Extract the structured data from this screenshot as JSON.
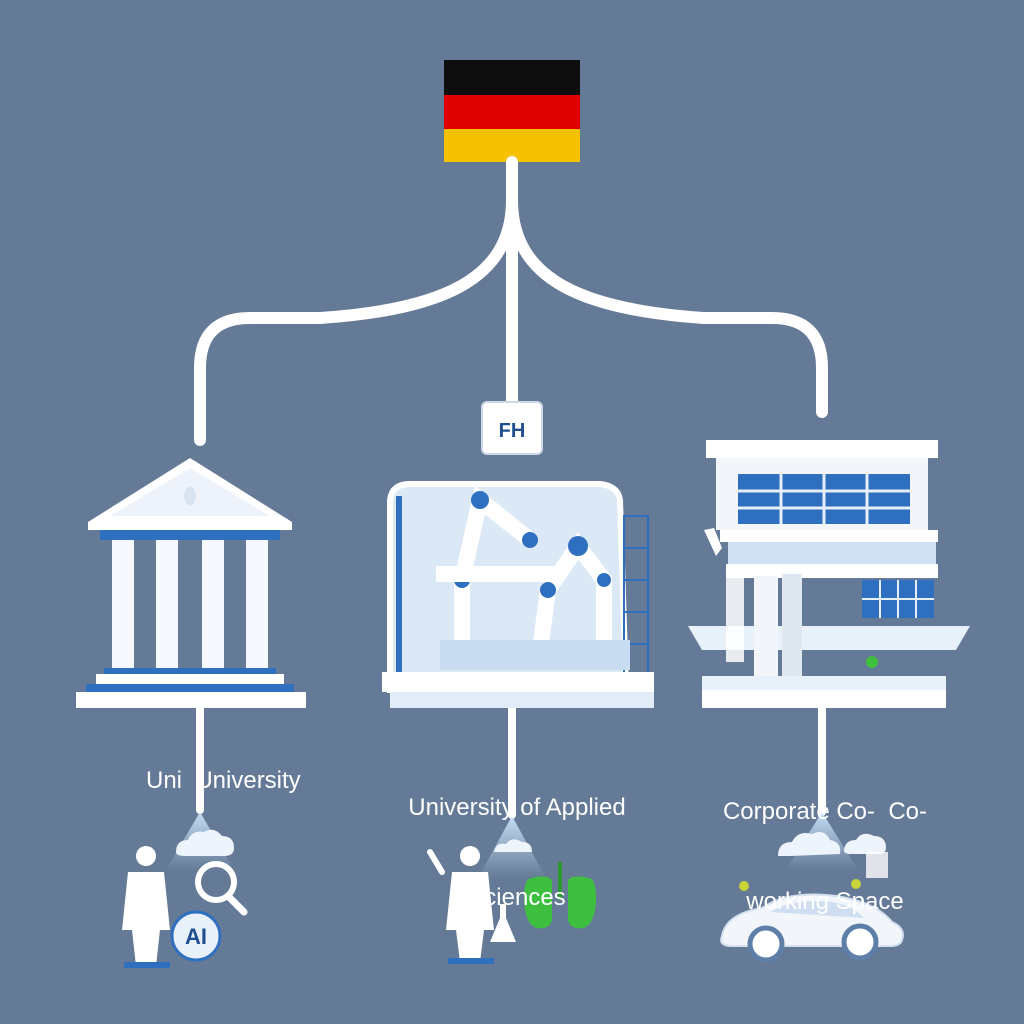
{
  "flag": {
    "colors": [
      "#0d0d0d",
      "#e00000",
      "#f6c100"
    ]
  },
  "fh_badge": "FH",
  "nodes": [
    {
      "id": "university",
      "label_line1": "Uni  University",
      "label_line2": ""
    },
    {
      "id": "applied",
      "label_line1": "University of Applied",
      "label_line2": "Sciences"
    },
    {
      "id": "corporate",
      "label_line1": "Corporate Co-  Co-",
      "label_line2": "working Space"
    }
  ],
  "ai_badge": "AI",
  "colors": {
    "background": "#647a96",
    "connector": "#ffffff",
    "accent_blue": "#2e6fc0",
    "accent_green": "#3fbf3f"
  }
}
